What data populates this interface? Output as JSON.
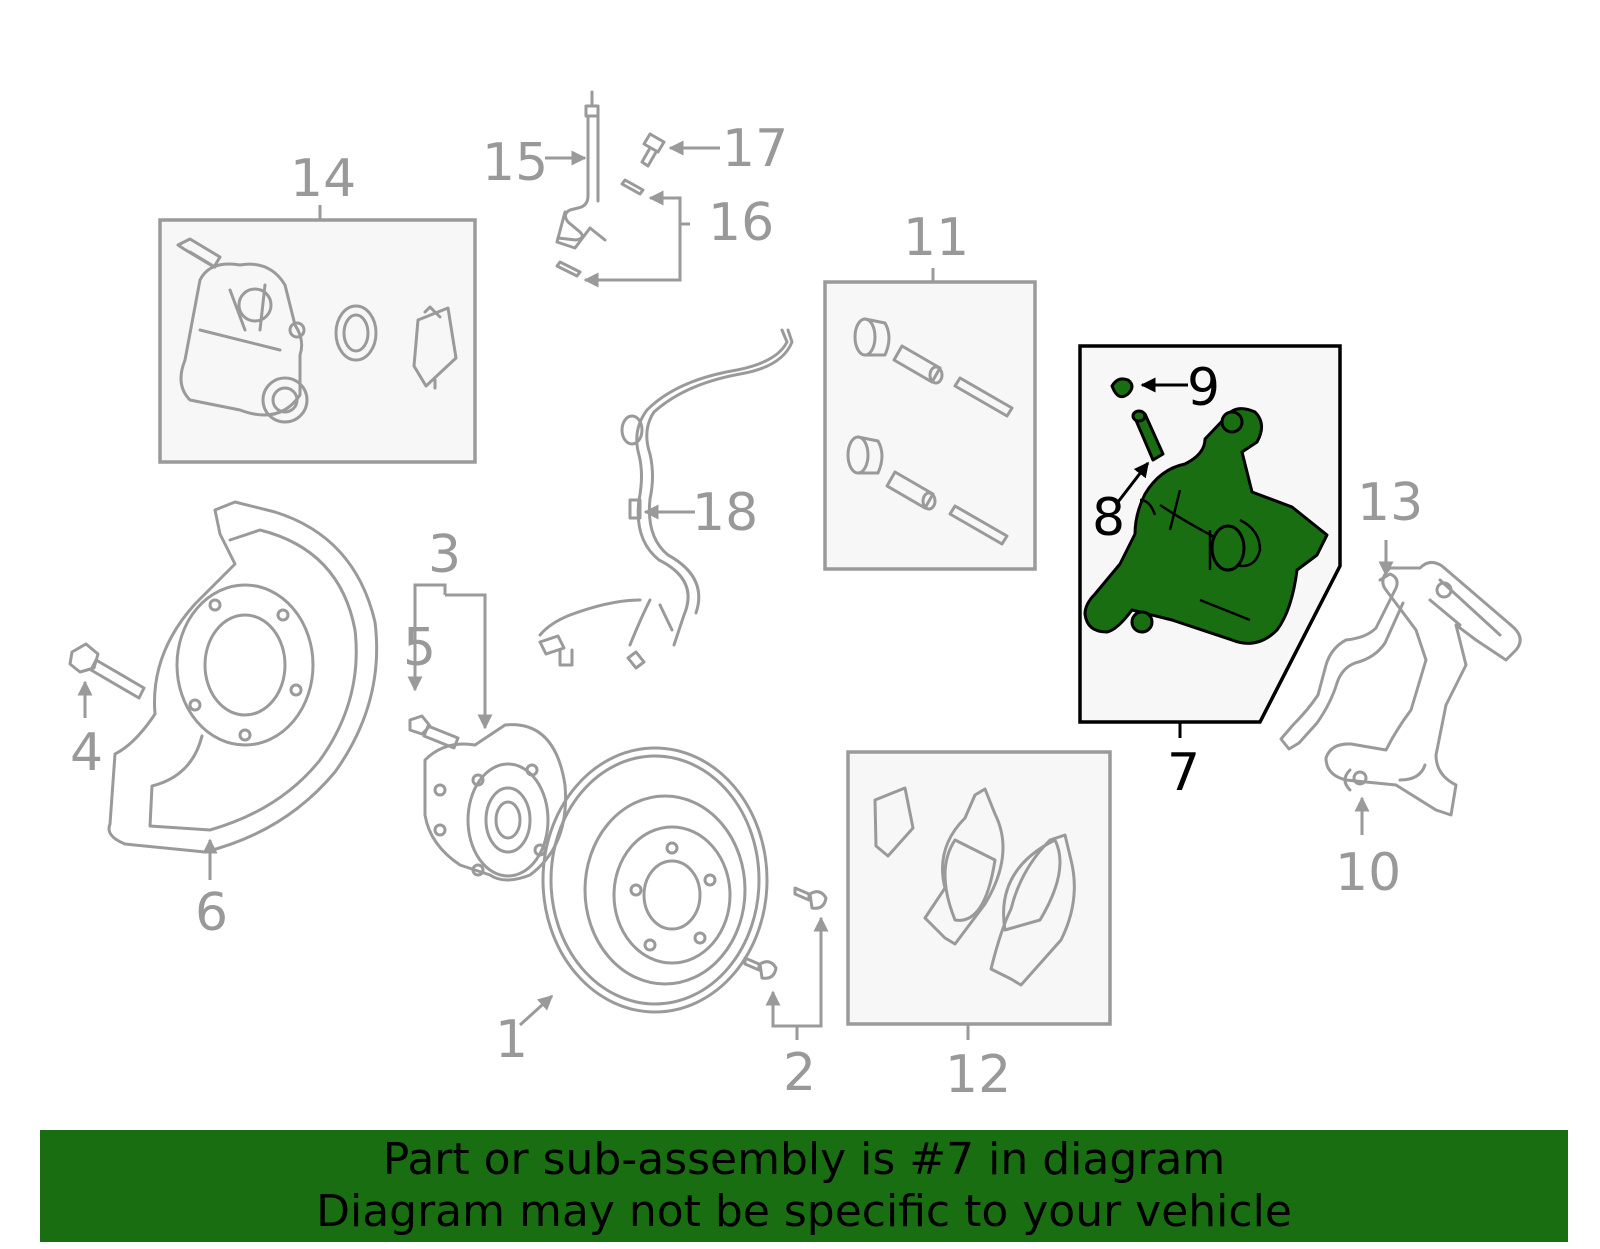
{
  "callouts": {
    "c1": "1",
    "c2": "2",
    "c3": "3",
    "c4": "4",
    "c5": "5",
    "c6": "6",
    "c7": "7",
    "c8": "8",
    "c9": "9",
    "c10": "10",
    "c11": "11",
    "c12": "12",
    "c13": "13",
    "c14": "14",
    "c15": "15",
    "c16": "16",
    "c17": "17",
    "c18": "18"
  },
  "highlighted_part": "7",
  "colors": {
    "highlight_fill": "#1a6e12",
    "banner_bg": "#1a6e12",
    "part_stroke": "#9a9a9a",
    "box_fill": "#f7f7f7",
    "active_stroke": "#000000"
  },
  "banner": {
    "line1": "Part or sub-assembly is #7 in diagram",
    "line2": "Diagram may not be specific to your vehicle"
  }
}
